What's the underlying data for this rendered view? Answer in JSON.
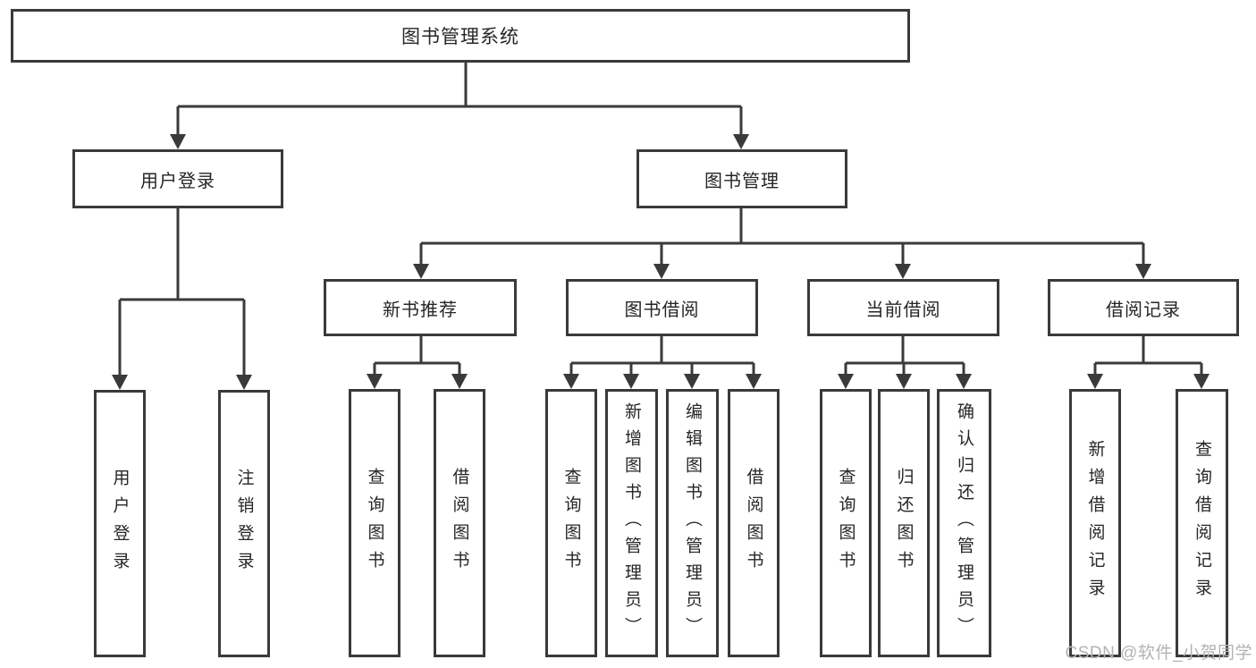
{
  "colors": {
    "line": "#3a3a3a",
    "text": "#262626",
    "watermark": "#b3b3b3",
    "background": "#ffffff"
  },
  "diagram": {
    "root": {
      "label": "图书管理系统"
    },
    "level2": {
      "user_login": {
        "label": "用户登录"
      },
      "book_management": {
        "label": "图书管理"
      }
    },
    "level3": {
      "new_book_recommend": {
        "label": "新书推荐"
      },
      "book_borrow": {
        "label": "图书借阅"
      },
      "current_borrow": {
        "label": "当前借阅"
      },
      "borrow_record": {
        "label": "借阅记录"
      }
    },
    "leaves": {
      "login": {
        "label": "用户登录"
      },
      "logout": {
        "label": "注销登录"
      },
      "nbr_query_book": {
        "label": "查询图书"
      },
      "nbr_borrow_book": {
        "label": "借阅图书"
      },
      "bb_query_book": {
        "label": "查询图书"
      },
      "bb_add_book": {
        "label": "新增图书（管理员）"
      },
      "bb_edit_book": {
        "label": "编辑图书（管理员）"
      },
      "bb_borrow_book": {
        "label": "借阅图书"
      },
      "cb_query_book": {
        "label": "查询图书"
      },
      "cb_return_book": {
        "label": "归还图书"
      },
      "cb_confirm_return": {
        "label": "确认归还（管理员）"
      },
      "br_add_record": {
        "label": "新增借阅记录"
      },
      "br_query_record": {
        "label": "查询借阅记录"
      }
    }
  },
  "watermark": {
    "text": "CSDN @软件_小贺同学"
  }
}
